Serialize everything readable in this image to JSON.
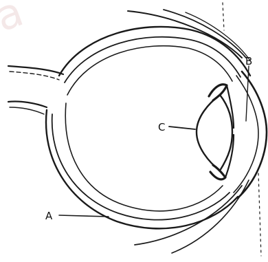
{
  "diagram": {
    "labels": {
      "A": "A",
      "B": "B",
      "C": "C"
    },
    "watermark": "a"
  }
}
